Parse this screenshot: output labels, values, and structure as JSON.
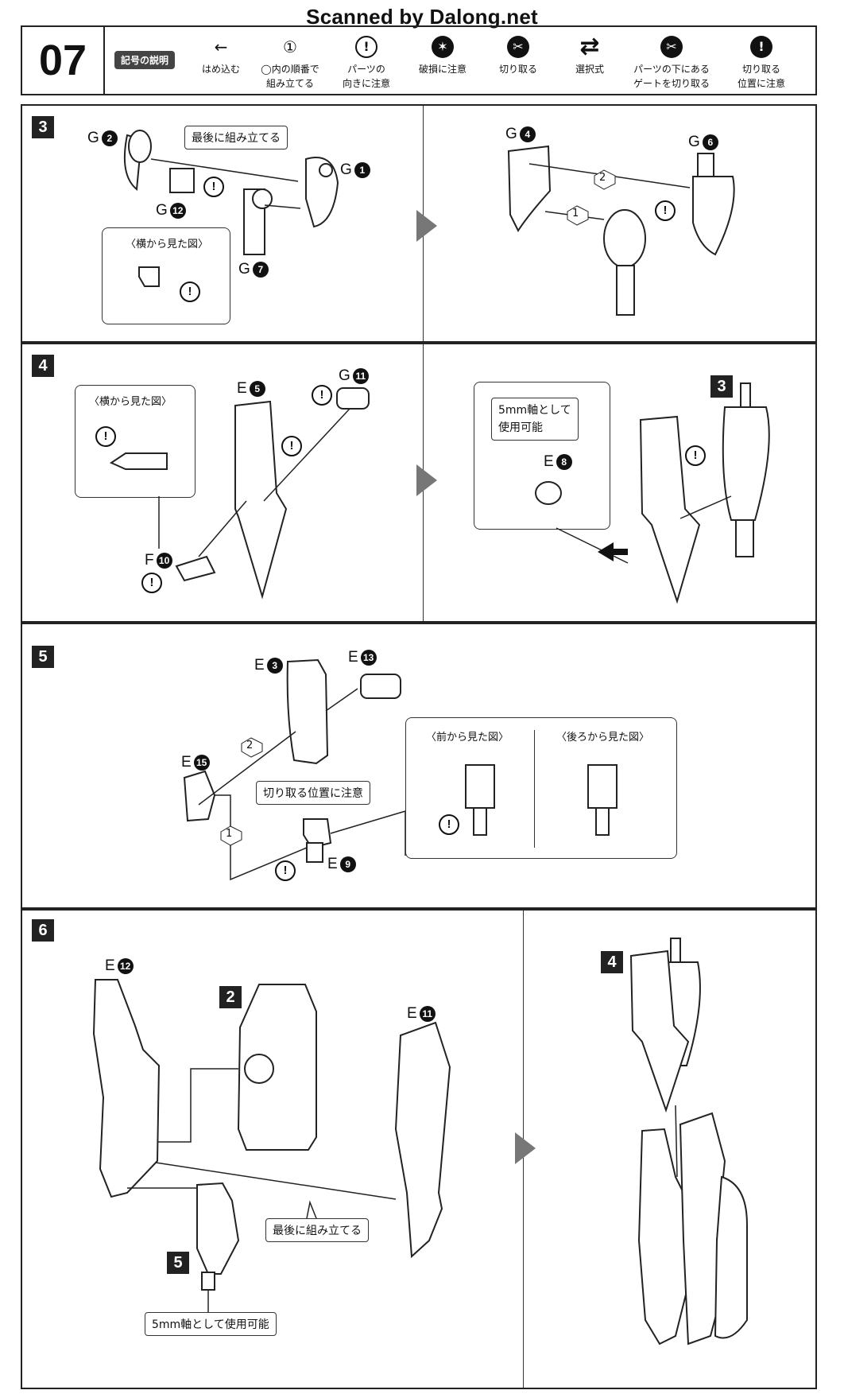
{
  "watermark": "Scanned by Dalong.net",
  "header": {
    "step": "07",
    "legend_title": "記号の説明",
    "legend": [
      {
        "icon": "arrow-left-icon",
        "symbol": "←",
        "line1": "はめ込む",
        "line2": ""
      },
      {
        "icon": "hex-number-icon",
        "symbol": "①",
        "line1": "◯内の順番で",
        "line2": "組み立てる"
      },
      {
        "icon": "warning-icon",
        "symbol": "!",
        "line1": "パーツの",
        "line2": "向きに注意"
      },
      {
        "icon": "break-warning-icon",
        "symbol": "✶",
        "line1": "破損に注意",
        "line2": ""
      },
      {
        "icon": "cut-icon",
        "symbol": "✂",
        "line1": "切り取る",
        "line2": ""
      },
      {
        "icon": "select-option-icon",
        "symbol": "⇄",
        "line1": "選択式",
        "line2": ""
      },
      {
        "icon": "gate-cut-icon",
        "symbol": "✂",
        "line1": "パーツの下にある",
        "line2": "ゲートを切り取る"
      },
      {
        "icon": "cut-position-icon",
        "symbol": "!",
        "line1": "切り取る",
        "line2": "位置に注意"
      }
    ]
  },
  "step3": {
    "num": "3",
    "callout": "最後に組み立てる",
    "side_view_title": "〈横から見た図〉",
    "parts_left": [
      {
        "runner": "G",
        "no": "2"
      },
      {
        "runner": "G",
        "no": "1"
      },
      {
        "runner": "G",
        "no": "12"
      },
      {
        "runner": "G",
        "no": "7"
      }
    ],
    "parts_right": [
      {
        "runner": "G",
        "no": "4"
      },
      {
        "runner": "G",
        "no": "6"
      }
    ],
    "order": [
      "1",
      "2"
    ]
  },
  "step4": {
    "num": "4",
    "side_view_title": "〈横から見た図〉",
    "parts_left": [
      {
        "runner": "E",
        "no": "5"
      },
      {
        "runner": "G",
        "no": "11"
      },
      {
        "runner": "F",
        "no": "10"
      }
    ],
    "ref_step": "3",
    "callout_line1": "5mm軸として",
    "callout_line2": "使用可能",
    "part_option": {
      "runner": "E",
      "no": "8"
    }
  },
  "step5": {
    "num": "5",
    "parts": [
      {
        "runner": "E",
        "no": "3"
      },
      {
        "runner": "E",
        "no": "13"
      },
      {
        "runner": "E",
        "no": "15"
      },
      {
        "runner": "E",
        "no": "9"
      }
    ],
    "order": [
      "1",
      "2"
    ],
    "callout": "切り取る位置に注意",
    "front_view_title": "〈前から見た図〉",
    "back_view_title": "〈後ろから見た図〉"
  },
  "step6": {
    "num": "6",
    "parts": [
      {
        "runner": "E",
        "no": "12"
      },
      {
        "runner": "E",
        "no": "11"
      }
    ],
    "ref_step_a": "2",
    "ref_step_b": "5",
    "ref_step_c": "4",
    "callout_last": "最後に組み立てる",
    "callout_axis": "5mm軸として使用可能"
  }
}
